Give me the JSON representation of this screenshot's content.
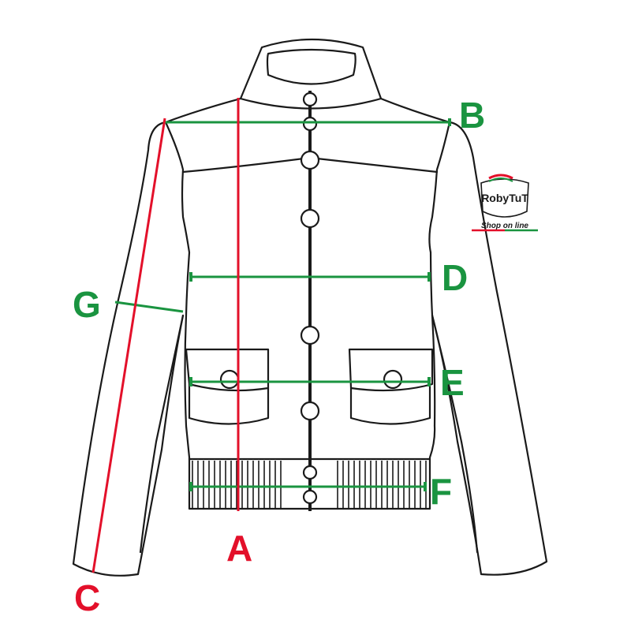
{
  "labels": {
    "a": "A",
    "b": "B",
    "c": "C",
    "d": "D",
    "e": "E",
    "f": "F",
    "g": "G"
  },
  "logo": {
    "brand": "RobyTuT",
    "tagline": "Shop on line"
  },
  "colors": {
    "measure_green": "#1a9440",
    "measure_red": "#e3102a",
    "outline": "#1a1a1a"
  }
}
